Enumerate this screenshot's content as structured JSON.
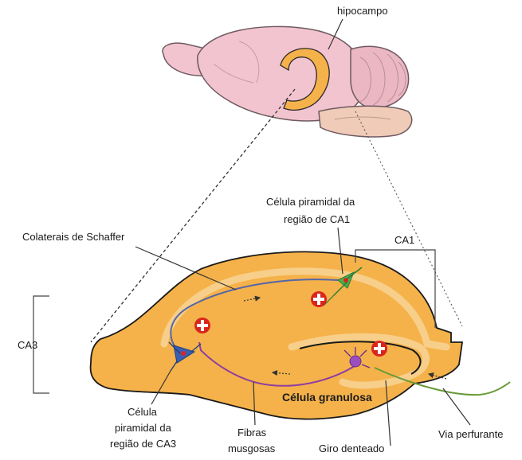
{
  "labels": {
    "hippocampus": "hipocampo",
    "ca1_cell_line1": "Célula piramidal da",
    "ca1_cell_line2": "região de CA1",
    "ca1": "CA1",
    "schaffer": "Colaterais de Schaffer",
    "ca3": "CA3",
    "ca3_cell_line1": "Célula",
    "ca3_cell_line2": "piramidal da",
    "ca3_cell_line3": "região de CA3",
    "mossy_line1": "Fibras",
    "mossy_line2": "musgosas",
    "granule_cell": "Célula granulosa",
    "dentate_gyrus": "Giro denteado",
    "perforant_path": "Via perfurante"
  },
  "colors": {
    "brain": "#f2c4cf",
    "brain_outline": "#6e5a60",
    "hippocampus": "#f5b24a",
    "hippocampus_outline": "#2a2a2a",
    "inner_band": "#f7cf8a",
    "schaffer_fiber": "#5566a8",
    "mossy_fiber": "#8e3fa0",
    "perforant_fiber": "#6a9a3a",
    "ca1_cell": "#4caf50",
    "ca3_cell": "#3a5fb0",
    "granule_cell": "#9b4fbf",
    "plus_badge": "#d9261c"
  }
}
